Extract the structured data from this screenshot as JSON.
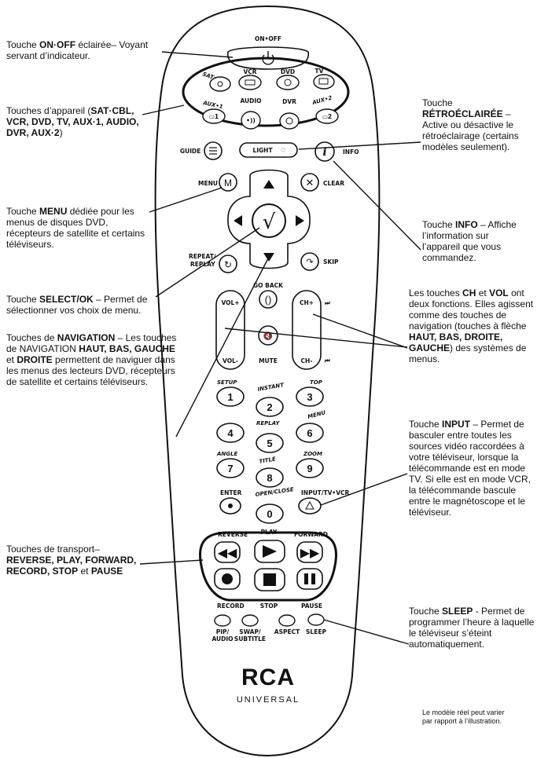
{
  "remote": {
    "on_off": "ON•OFF",
    "devices": {
      "sat_cbl": "SAT•CBL",
      "vcr": "VCR",
      "dvd": "DVD",
      "tv": "TV",
      "aux1": "AUX•1",
      "audio": "AUDIO",
      "dvr": "DVR",
      "aux2": "AUX•2"
    },
    "guide": "GUIDE",
    "light": "LIGHT",
    "info": "INFO",
    "menu": "MENU",
    "clear": "CLEAR",
    "repeat": "REPEAT/",
    "replay": "REPLAY",
    "skip": "SKIP",
    "go_back": "GO BACK",
    "vol_plus": "VOL+",
    "vol_minus": "VOL-",
    "ch_plus": "CH+",
    "ch_minus": "CH-",
    "mute": "MUTE",
    "setup": "SETUP",
    "instant": "INSTANT",
    "top": "TOP",
    "replay_lbl": "REPLAY",
    "menu_lbl": "MENU",
    "angle": "ANGLE",
    "title": "TITLE",
    "zoom": "ZOOM",
    "enter": "ENTER",
    "open_close": "OPEN/CLOSE",
    "input": "INPUT/TV•VCR",
    "digits": [
      "1",
      "2",
      "3",
      "4",
      "5",
      "6",
      "7",
      "8",
      "9",
      "0"
    ],
    "reverse": "REVERSE",
    "play": "PLAY",
    "forward": "FORWARD",
    "record": "RECORD",
    "stop": "STOP",
    "pause": "PAUSE",
    "pip1": "PIP/",
    "pip2": "AUDIO",
    "swap1": "SWAP/",
    "swap2": "SUBTITLE",
    "aspect": "ASPECT",
    "sleep": "SLEEP",
    "brand": "RCA",
    "universal": "UNIVERSAL"
  },
  "annotations": {
    "on_off": {
      "a": "Touche ",
      "b": "ON·OFF",
      "c": " éclairée– Voyant servant d’indicateur."
    },
    "devices": {
      "a": "Touches d’appareil (",
      "b": "SAT·CBL, VCR, DVD, TV, AUX·1, AUDIO, DVR, AUX·2",
      "c": ")"
    },
    "menu": {
      "a": "Touche ",
      "b": "MENU",
      "c": " dédiée pour les menus de disques DVD, récepteurs de satellite et certains téléviseurs."
    },
    "select": {
      "a": "Touche ",
      "b": "SELECT/OK",
      "c": " – Permet de sélectionner vos choix de menu."
    },
    "navigation": {
      "a": "Touches de ",
      "b": "NAVIGATION",
      "c": " – Les touches de NAVIGATION ",
      "d": "HAUT, BAS, GAUCHE",
      "e": " et ",
      "f": "DROITE",
      "g": " permettent de naviguer dans les menus des lecteurs DVD, récepteurs de satellite et certains téléviseurs."
    },
    "transport": {
      "a": "Touches de transport– ",
      "b": "REVERSE, PLAY, FORWARD, RECORD, STOP",
      "c": " et ",
      "d": "PAUSE"
    },
    "backlight": {
      "a": "Touche ",
      "b": "RÉTROÉCLAIRÉE",
      "c": " – Active ou désactive le rétroéclairage (certains modèles seulement)."
    },
    "info": {
      "a": "Touche ",
      "b": "INFO",
      "c": " – Affiche l’information sur l’appareil que vous commandez."
    },
    "chvol": {
      "a": "Les touches ",
      "b": "CH",
      "c": " et ",
      "d": "VOL",
      "e": " ont deux fonctions. Elles agissent comme des touches de navigation (touches à flèche ",
      "f": "HAUT, BAS, DROITE, GAUCHE",
      "g": ") des systèmes de menus."
    },
    "input": {
      "a": "Touche ",
      "b": "INPUT",
      "c": " – Permet de basculer entre toutes les sources vidéo raccordées à votre téléviseur, lorsque la télécommande est en mode TV. Si elle est en mode VCR, la télécommande bascule entre le magnétoscope et le téléviseur."
    },
    "sleep": {
      "a": "Touche ",
      "b": "SLEEP",
      "c": " - Permet de programmer l’heure à laquelle le téléviseur s’éteint automatiquement."
    },
    "note": "Le modèle réel peut varier par rapport à l’illustration."
  },
  "colors": {
    "ink": "#111111",
    "body": "#ffffff"
  }
}
